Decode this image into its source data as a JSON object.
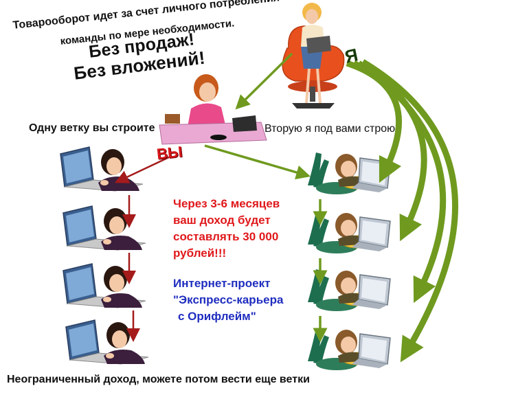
{
  "header_text": {
    "line1": "Товарооборот идет за счет личного  потребления",
    "line2": "команды по мере необходимости."
  },
  "slogans": {
    "no_sales": "Без продаж!",
    "no_investment": "Без вложений!"
  },
  "branches": {
    "left_label": "Одну ветку вы строите",
    "right_label": "Вторую я под вами строю"
  },
  "labels": {
    "you": "ВЫ",
    "me": "Я"
  },
  "income_message": {
    "line1": "Через 3-6 месяцев",
    "line2": "ваш доход будет",
    "line3": "составлять 30 000",
    "line4": "рублей!!!"
  },
  "project": {
    "line1": "Интернет-проект",
    "line2": "\"Экспресс-карьера",
    "line3": "с Орифлейм\""
  },
  "footer": "Неограниченный доход, можете потом  вести еще ветки",
  "colors": {
    "income_text": "#e0181b",
    "project_text": "#1f2dbf",
    "arrow_green": "#6f9a1f",
    "arrow_red": "#a51b1b",
    "chair_orange": "#e8501e"
  },
  "icons": {
    "leader": "woman-in-armchair-with-laptop-icon",
    "you": "woman-at-desk-with-headset-icon",
    "left_branch_member": "woman-at-laptop-icon",
    "right_branch_member": "woman-lying-with-laptop-icon"
  }
}
